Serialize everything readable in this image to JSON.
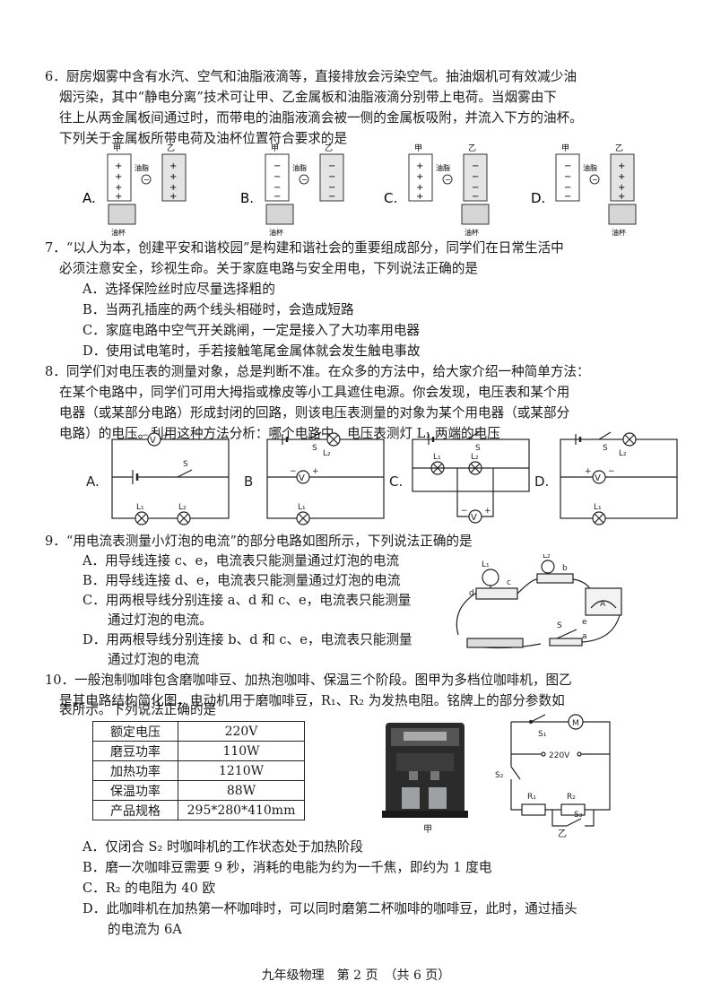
{
  "q6": {
    "lines": [
      "6．厨房烟雾中含有水汽、空气和油脂液滴等，直接排放会污染空气。抽油烟机可有效减少油",
      "烟污染，其中“静电分离”技术可让甲、乙金属板和油脂液滴分别带上电荷。当烟雾由下",
      "往上从两金属板间通过时，而带电的油脂液滴会被一侧的金属板吸附，并流入下方的油杯。",
      "下列关于金属板所带电荷及油杯位置符合要求的是"
    ],
    "plate_labels": {
      "jia": "甲",
      "yi": "乙",
      "oil": "油脂",
      "cup": "油杯"
    },
    "options": [
      "A.",
      "B.",
      "C.",
      "D."
    ]
  },
  "q7": {
    "lines": [
      "7．“以人为本，创建平安和谐校园”是构建和谐社会的重要组成部分，同学们在日常生活中",
      "必须注意安全，珍视生命。关于家庭电路与安全用电，下列说法正确的是"
    ],
    "options": [
      "A．选择保险丝时应尽量选择粗的",
      "B．当两孔插座的两个线头相碰时，会造成短路",
      "C．家庭电路中空气开关跳闸，一定是接入了大功率用电器",
      "D．使用试电笔时，手若接触笔尾金属体就会发生触电事故"
    ]
  },
  "q8": {
    "lines": [
      "8．同学们对电压表的测量对象，总是判断不准。在众多的方法中，给大家介绍一种简单方法：",
      "在某个电路中，同学们可用大拇指或橡皮等小工具遮住电源。你会发现，电压表和某个用",
      "电器（或某部分电路）形成封闭的回路，则该电压表测量的对象为某个用电器（或某部分",
      "电路）的电压。利用这种方法分析：哪个电路中，电压表测灯 L₁ 两端的电压"
    ],
    "labels": {
      "A": "A.",
      "B": "B",
      "C": "C.",
      "D": "D.",
      "S": "S",
      "L1": "L₁",
      "L2": "L₂",
      "V": "V",
      "plus": "+",
      "minus": "−"
    }
  },
  "q9": {
    "line": "9．“用电流表测量小灯泡的电流”的部分电路如图所示，下列说法正确的是",
    "options": [
      "A．用导线连接 c、e，电流表只能测量通过灯泡的电流",
      "B．用导线连接 d、e，电流表只能测量通过灯泡的电流",
      "C．用两根导线分别连接 a、d 和 c、e，电流表只能测量",
      "通过灯泡的电流。",
      "D．用两根导线分别连接 b、d 和 c、e，电流表只能测量",
      "通过灯泡的电流"
    ],
    "fig_labels": {
      "L1": "L₁",
      "L2": "L₂",
      "a": "a",
      "b": "b",
      "c": "c",
      "d": "d",
      "e": "e",
      "S": "S"
    }
  },
  "q10": {
    "lines": [
      "10．一般泡制咖啡包含磨咖啡豆、加热泡咖啡、保温三个阶段。图甲为多档位咖啡机，图乙",
      "是其电路结构简化图，电动机用于磨咖啡豆，R₁、R₂ 为发热电阻。铭牌上的部分参数如",
      "表所示。下列说法正确的是"
    ],
    "table": [
      {
        "k": "额定电压",
        "v": "220V"
      },
      {
        "k": "磨豆功率",
        "v": "110W"
      },
      {
        "k": "加热功率",
        "v": "1210W"
      },
      {
        "k": "保温功率",
        "v": "88W"
      },
      {
        "k": "产品规格",
        "v": "295*280*410mm"
      }
    ],
    "fig_labels": {
      "jia": "甲",
      "yi": "乙",
      "S1": "S₁",
      "S2": "S₂",
      "S3": "S₃",
      "R1": "R₁",
      "R2": "R₂",
      "M": "M",
      "voltage": "220V"
    },
    "options": [
      "A．仅闭合 S₂ 时咖啡机的工作状态处于加热阶段",
      "B．磨一次咖啡豆需要 9 秒，消耗的电能为约为一千焦，即约为 1 度电",
      "C．R₂ 的电阻为 40 欧",
      "D．此咖啡机在加热第一杯咖啡时，可以同时磨第二杯咖啡的咖啡豆，此时，通过插头",
      "的电流为 6A"
    ]
  },
  "footer": "九年级物理　第 2 页　（共 6 页）"
}
